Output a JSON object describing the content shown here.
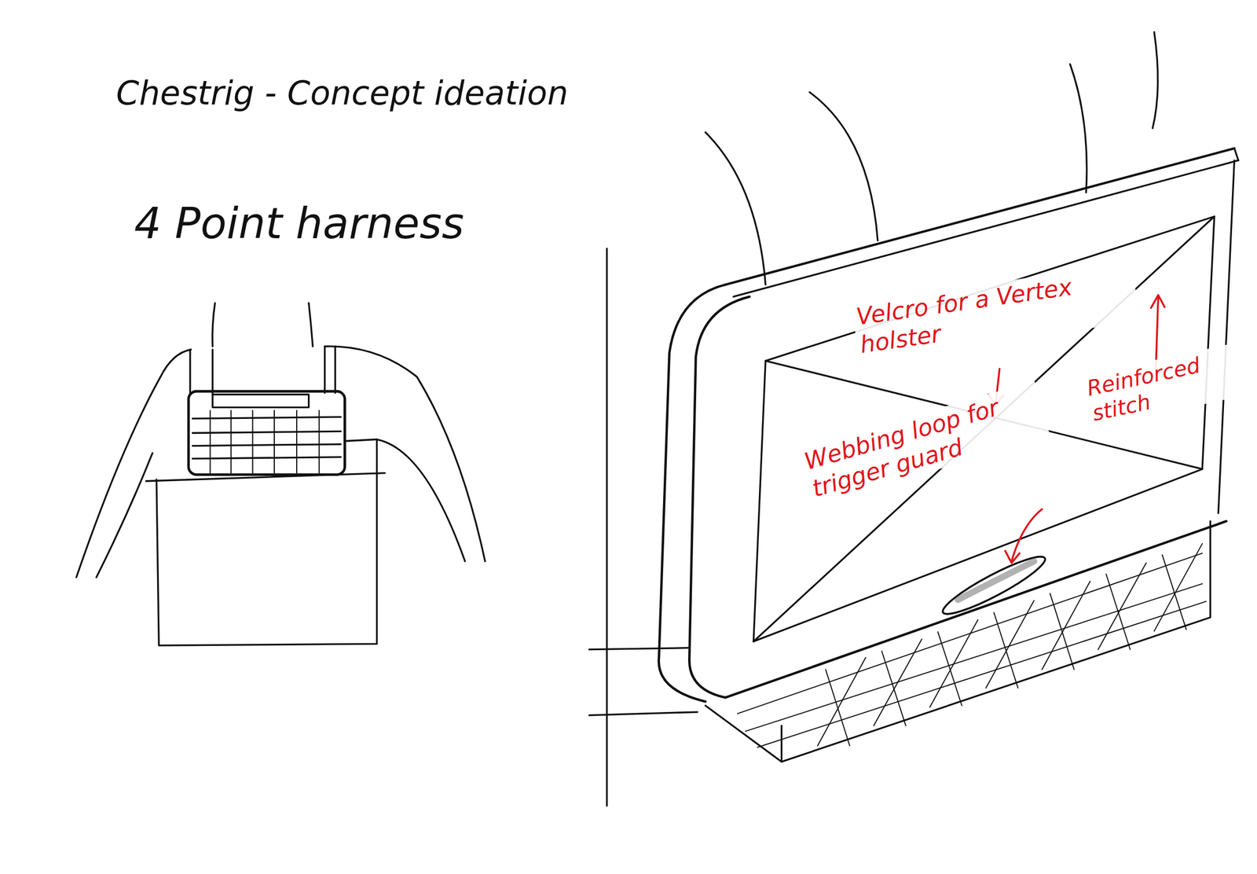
{
  "diagram": {
    "title": "Chestrig - Concept ideation",
    "labels": [
      "4 Point harness",
      "Velcro for a Vertex holster",
      "Reinforced stitch",
      "Webbing loop for trigger guard"
    ]
  }
}
